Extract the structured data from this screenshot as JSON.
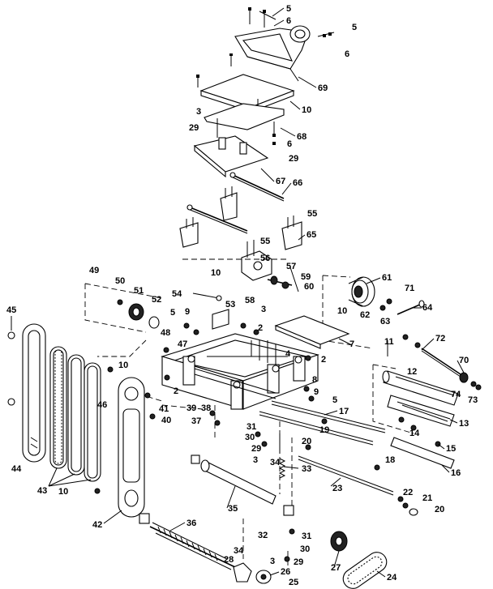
{
  "callouts": [
    "5",
    "6",
    "5",
    "6",
    "69",
    "3",
    "10",
    "29",
    "68",
    "6",
    "29",
    "67",
    "66",
    "55",
    "65",
    "55",
    "56",
    "10",
    "57",
    "61",
    "59",
    "60",
    "58",
    "71",
    "64",
    "62",
    "63",
    "49",
    "50",
    "51",
    "52",
    "54",
    "53",
    "10",
    "9",
    "5",
    "48",
    "47",
    "2",
    "3",
    "4",
    "2",
    "7",
    "11",
    "72",
    "70",
    "45",
    "10",
    "12",
    "74",
    "73",
    "8",
    "2",
    "9",
    "5",
    "46",
    "41",
    "40",
    "39",
    "38",
    "37",
    "17",
    "19",
    "13",
    "14",
    "31",
    "30",
    "29",
    "3",
    "34",
    "33",
    "20",
    "15",
    "18",
    "16",
    "23",
    "44",
    "43",
    "10",
    "35",
    "42",
    "22",
    "21",
    "20",
    "36",
    "32",
    "31",
    "30",
    "34",
    "3",
    "29",
    "28",
    "26",
    "25",
    "27",
    "24"
  ]
}
